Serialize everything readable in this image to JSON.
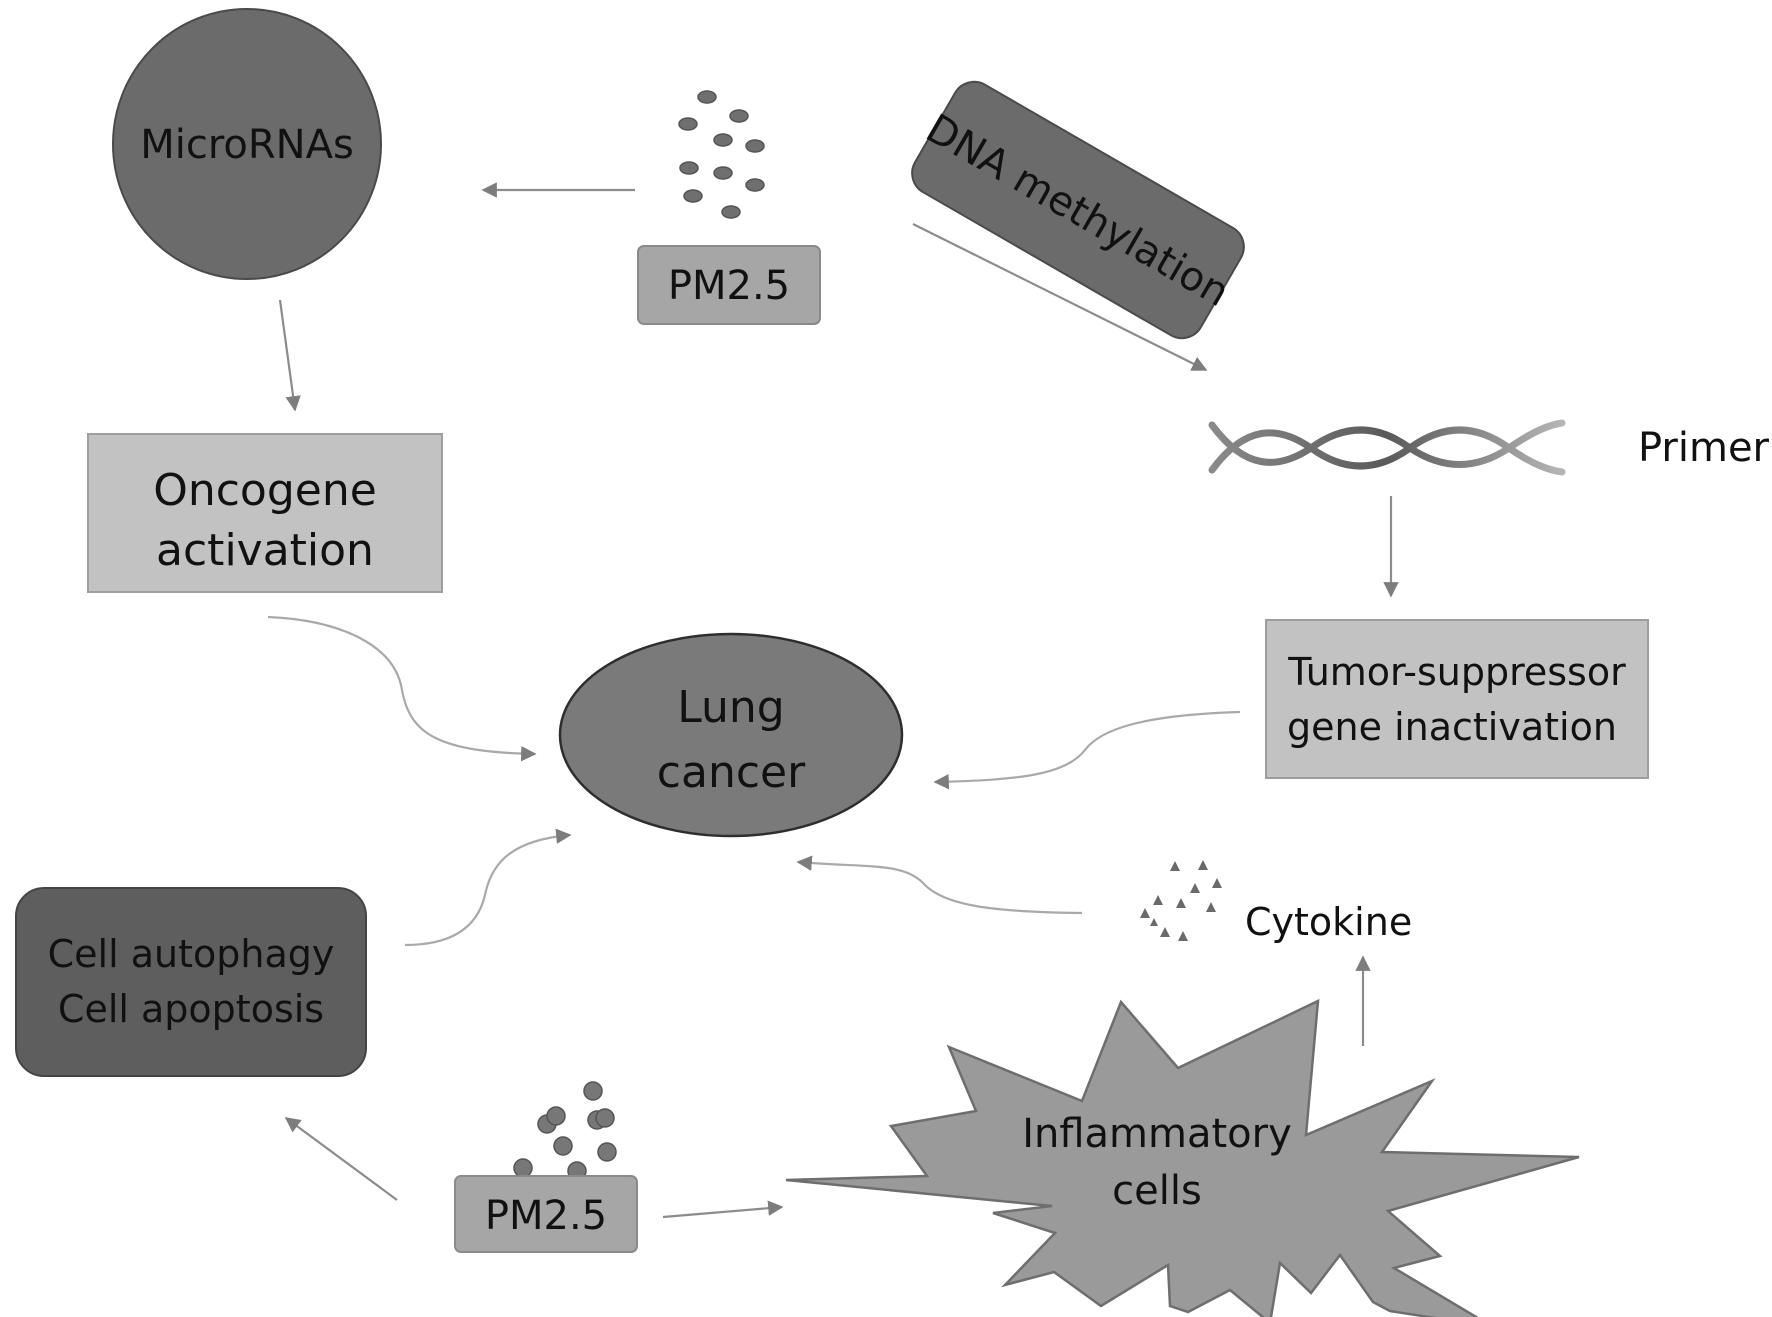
{
  "diagram": {
    "title": "PM2.5 and lung cancer mechanisms",
    "nodes": {
      "micrornas": {
        "label": "MicroRNAs",
        "shape": "circle",
        "fill": "#6b6b6b"
      },
      "pm25_top": {
        "label": "PM2.5",
        "shape": "box",
        "fill": "#a6a6a6"
      },
      "dna_methylation": {
        "label": "DNA methylation",
        "shape": "rotated-rounded-box",
        "fill": "#6b6b6b"
      },
      "primer": {
        "label": "Primer",
        "icon": "dna-helix"
      },
      "oncogene": {
        "lines": [
          "Oncogene",
          "activation"
        ],
        "shape": "box",
        "fill": "#c2c2c2"
      },
      "lung_cancer": {
        "lines": [
          "Lung",
          "cancer"
        ],
        "shape": "ellipse",
        "fill": "#7a7a7a"
      },
      "tumor_suppressor": {
        "lines": [
          "Tumor-suppressor",
          "gene inactivation"
        ],
        "shape": "box",
        "fill": "#c2c2c2"
      },
      "cell_death": {
        "lines": [
          "Cell autophagy",
          "Cell apoptosis"
        ],
        "shape": "rounded-box",
        "fill": "#5e5e5e"
      },
      "cytokine": {
        "label": "Cytokine",
        "icon": "triangles"
      },
      "pm25_bottom": {
        "label": "PM2.5",
        "shape": "box",
        "fill": "#a6a6a6"
      },
      "inflammatory": {
        "lines": [
          "Inflammatory",
          "cells"
        ],
        "shape": "starburst",
        "fill": "#9a9a9a"
      }
    },
    "edges": [
      {
        "from": "PM2.5",
        "to": "MicroRNAs"
      },
      {
        "from": "PM2.5",
        "to": "Primer",
        "via": "DNA methylation"
      },
      {
        "from": "MicroRNAs",
        "to": "Oncogene activation"
      },
      {
        "from": "Primer",
        "to": "Tumor-suppressor gene inactivation"
      },
      {
        "from": "Oncogene activation",
        "to": "Lung cancer"
      },
      {
        "from": "Tumor-suppressor gene inactivation",
        "to": "Lung cancer"
      },
      {
        "from": "Cytokine",
        "to": "Lung cancer"
      },
      {
        "from": "Cell autophagy / Cell apoptosis",
        "to": "Lung cancer"
      },
      {
        "from": "Inflammatory cells",
        "to": "Cytokine"
      },
      {
        "from": "PM2.5",
        "to": "Cell autophagy / Cell apoptosis"
      },
      {
        "from": "PM2.5",
        "to": "Inflammatory cells"
      }
    ]
  }
}
